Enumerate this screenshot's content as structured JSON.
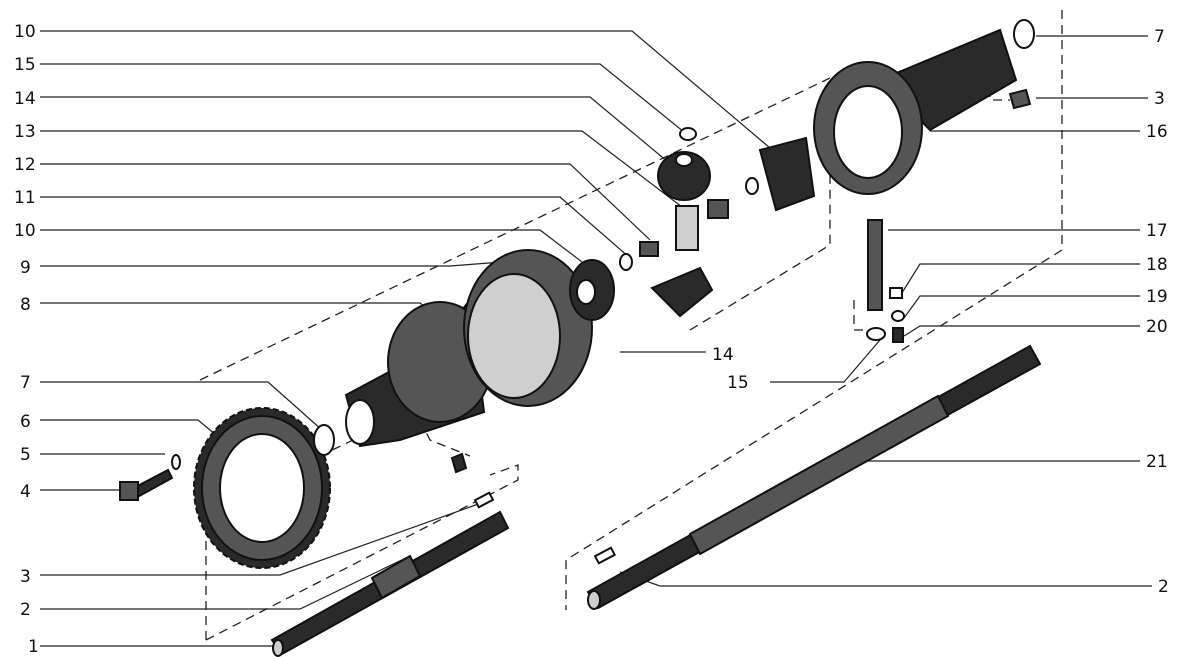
{
  "callouts_left": [
    "10",
    "15",
    "14",
    "13",
    "12",
    "11",
    "10",
    "9",
    "8",
    "7",
    "6",
    "5",
    "4",
    "3",
    "2",
    "1"
  ],
  "callouts_right": [
    "7",
    "3",
    "16",
    "17",
    "18",
    "19",
    "20",
    "21",
    "2"
  ],
  "callouts_center": [
    "14",
    "15"
  ],
  "colors": {
    "ink": "#111111",
    "paper": "#ffffff",
    "shade": "#2a2a2a"
  }
}
